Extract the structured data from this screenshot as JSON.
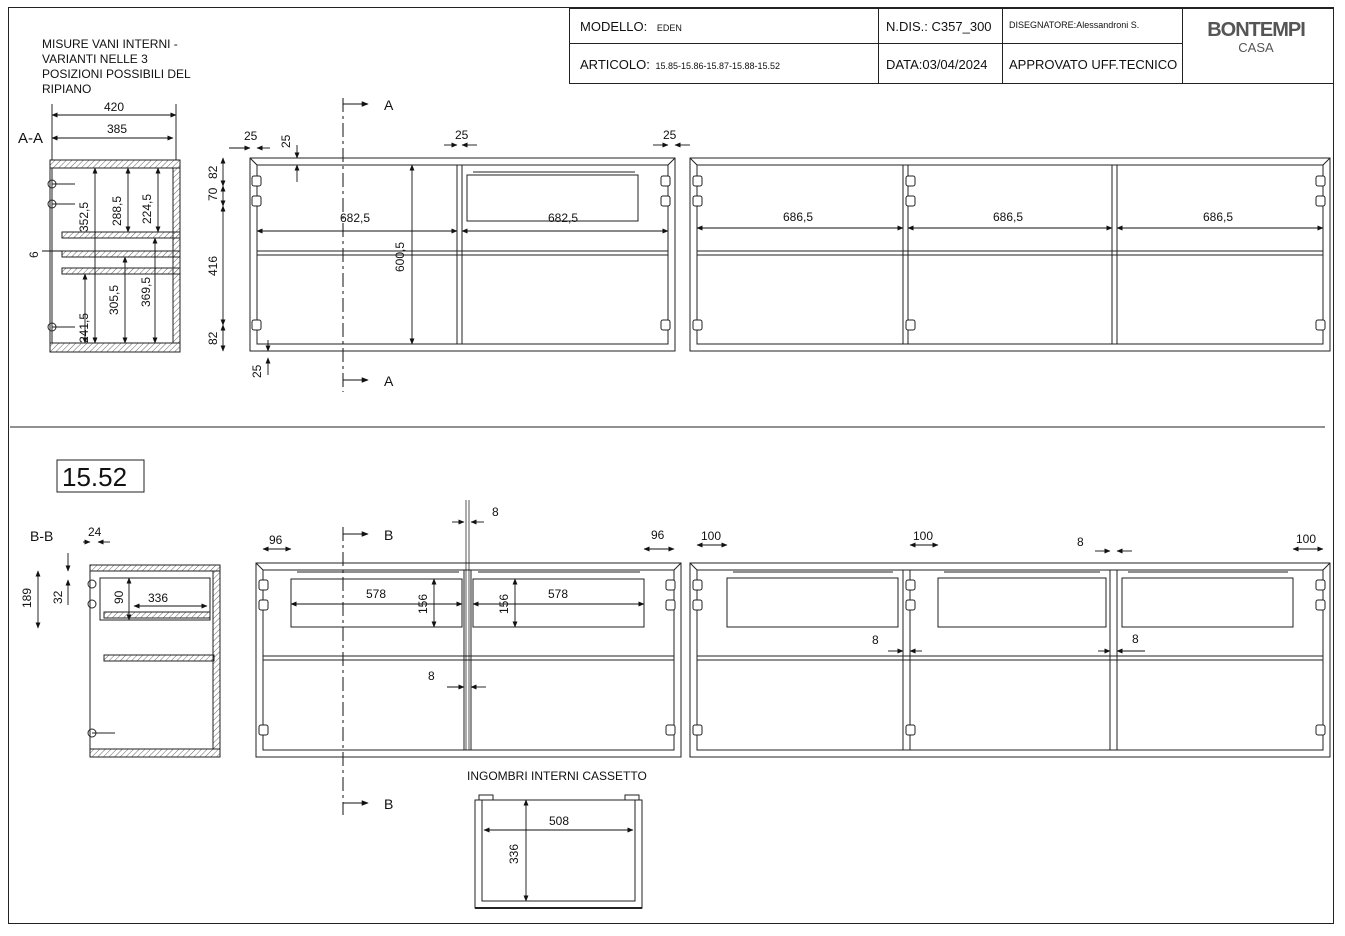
{
  "title_block": {
    "modello_label": "MODELLO:",
    "modello_value": "EDEN",
    "articolo_label": "ARTICOLO:",
    "articolo_value": "15.85-15.86-15.87-15.88-15.52",
    "ndis_label": "N.DIS.:",
    "ndis_value": "C357_300",
    "data_label": "DATA:",
    "data_value": "03/04/2024",
    "disegnatore_label": "DISEGNATORE:",
    "disegnatore_value": "Alessandroni S.",
    "approvato_label": "APPROVATO UFF.TECNICO",
    "logo_main": "BONTEMPI",
    "logo_sub": "CASA"
  },
  "section_top": {
    "note": [
      "MISURE VANI INTERNI -",
      "VARIANTI NELLE 3",
      "POSIZIONI POSSIBILI DEL",
      "RIPIANO"
    ],
    "section_label": "A-A",
    "cut_label": "A",
    "side_dims": {
      "width_outer": "420",
      "width_inner": "385",
      "v1": "352,5",
      "v2": "288,5",
      "v3": "224,5",
      "v4": "6",
      "v5": "241,5",
      "v6": "305,5",
      "v7": "369,5"
    },
    "front_dims": {
      "t1": "25",
      "t2": "25",
      "t3": "25",
      "t4": "25",
      "h82a": "82",
      "h70": "70",
      "h416": "416",
      "h82b": "82",
      "h600": "600,5",
      "w1": "682,5",
      "w2": "682,5",
      "bottom25": "25"
    },
    "long_dims": {
      "w1": "686,5",
      "w2": "686,5",
      "w3": "686,5"
    }
  },
  "section_bottom": {
    "code": "15.52",
    "section_label": "B-B",
    "cut_label": "B",
    "side_dims": {
      "d24": "24",
      "d189": "189",
      "d32": "32",
      "d90": "90",
      "d336": "336"
    },
    "front_dims": {
      "d96a": "96",
      "d96b": "96",
      "d8top": "8",
      "d578a": "578",
      "d156a": "156",
      "d156b": "156",
      "d578b": "578",
      "d8mid": "8"
    },
    "long_dims": {
      "d100a": "100",
      "d100b": "100",
      "d100c": "100",
      "d8a": "8",
      "d8b": "8",
      "d8c": "8"
    },
    "drawer_title": "INGOMBRI INTERNI CASSETTO",
    "drawer_dims": {
      "w": "508",
      "h": "336"
    }
  }
}
